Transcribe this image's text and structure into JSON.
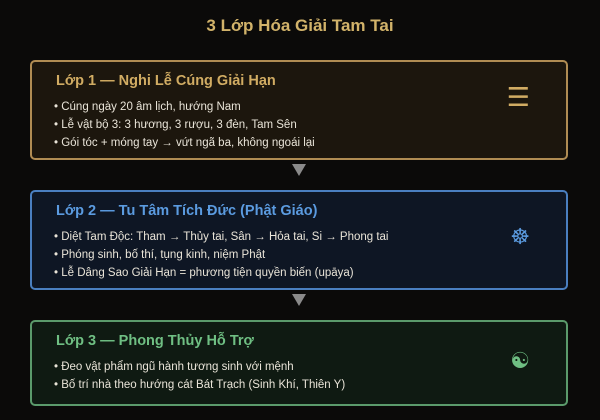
{
  "title": "3 Lớp Hóa Giải Tam Tai",
  "layers": [
    {
      "title": "Lớp 1 — Nghi Lễ Cúng Giải Hạn",
      "icon": "trigram-icon",
      "icon_glyph": "☰",
      "color": "#d1ac63",
      "items": [
        "Cúng ngày 20 âm lịch, hướng Nam",
        "Lễ vật bộ 3: 3 hương, 3 rượu, 3 đèn, Tam Sên",
        "Gói tóc + móng tay → vứt ngã ba, không ngoái lại"
      ]
    },
    {
      "title": "Lớp 2 — Tu Tâm Tích Đức (Phật Giáo)",
      "icon": "dharma-wheel-icon",
      "icon_glyph": "☸",
      "color": "#5b9be0",
      "items": [
        "Diệt Tam Độc: Tham → Thủy tai, Sân → Hỏa tai, Si → Phong tai",
        "Phóng sinh, bố thí, tụng kinh, niệm Phật",
        "Lễ Dâng Sao Giải Hạn = phương tiện quyền biến (upāya)"
      ]
    },
    {
      "title": "Lớp 3 — Phong Thủy Hỗ Trợ",
      "icon": "yin-yang-icon",
      "icon_glyph": "☯",
      "color": "#6fbf83",
      "items": [
        "Đeo vật phẩm ngũ hành tương sinh với mệnh",
        "Bố trí nhà theo hướng cát Bát Trạch (Sinh Khí, Thiên Y)"
      ]
    }
  ]
}
